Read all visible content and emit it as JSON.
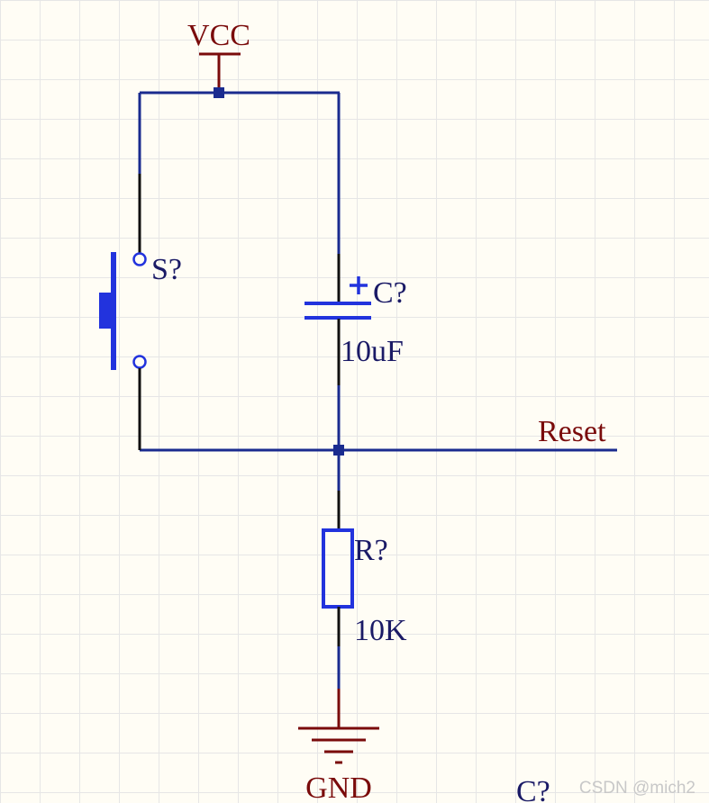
{
  "colors": {
    "wire": "#1a2b8f",
    "power": "#7a0b0b",
    "pin": "#101010",
    "component": "#2233dd",
    "label_power": "#7a0b0b",
    "label_component": "#1a1a66"
  },
  "labels": {
    "vcc": "VCC",
    "gnd": "GND",
    "switch": "S?",
    "capacitor": "C?",
    "capacitor_value": "10uF",
    "resistor": "R?",
    "resistor_value": "10K",
    "reset_net": "Reset",
    "stray_designator": "C?",
    "watermark": "CSDN @mich2"
  },
  "components": {
    "switch": {
      "type": "push-button",
      "designator": "S?"
    },
    "capacitor": {
      "type": "electrolytic-capacitor",
      "designator": "C?",
      "value": "10uF",
      "polarity_mark": "+"
    },
    "resistor": {
      "type": "resistor",
      "designator": "R?",
      "value": "10K"
    },
    "power": {
      "type": "power-port",
      "net": "VCC"
    },
    "ground": {
      "type": "ground-port",
      "net": "GND"
    },
    "net_label": {
      "type": "net-label",
      "net": "Reset"
    }
  }
}
